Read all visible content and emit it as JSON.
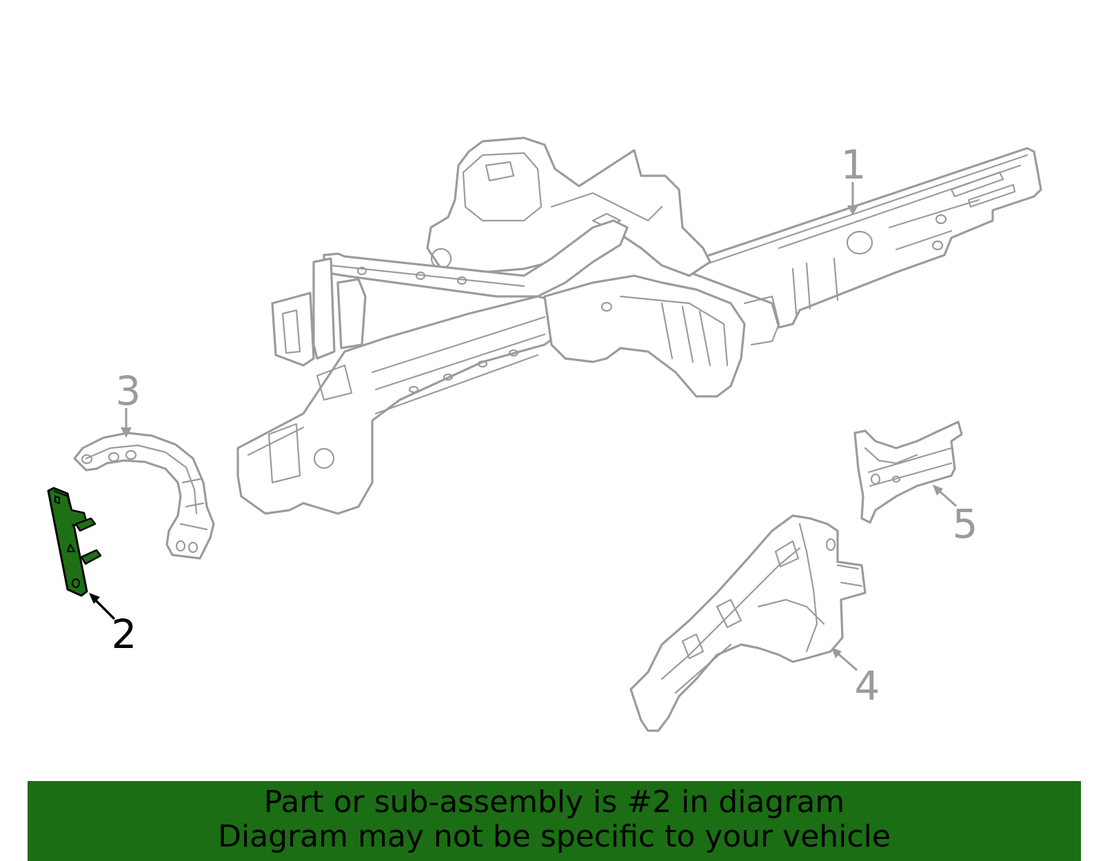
{
  "callouts": [
    {
      "number": "1",
      "highlighted": false
    },
    {
      "number": "2",
      "highlighted": true
    },
    {
      "number": "3",
      "highlighted": false
    },
    {
      "number": "4",
      "highlighted": false
    },
    {
      "number": "5",
      "highlighted": false
    }
  ],
  "banner": {
    "line1": "Part or sub-assembly is #2 in diagram",
    "line2": "Diagram may not be specific to your vehicle"
  },
  "colors": {
    "highlight": "#1f6f17",
    "outline": "#9b9b9b",
    "banner": "#1b6e14"
  }
}
